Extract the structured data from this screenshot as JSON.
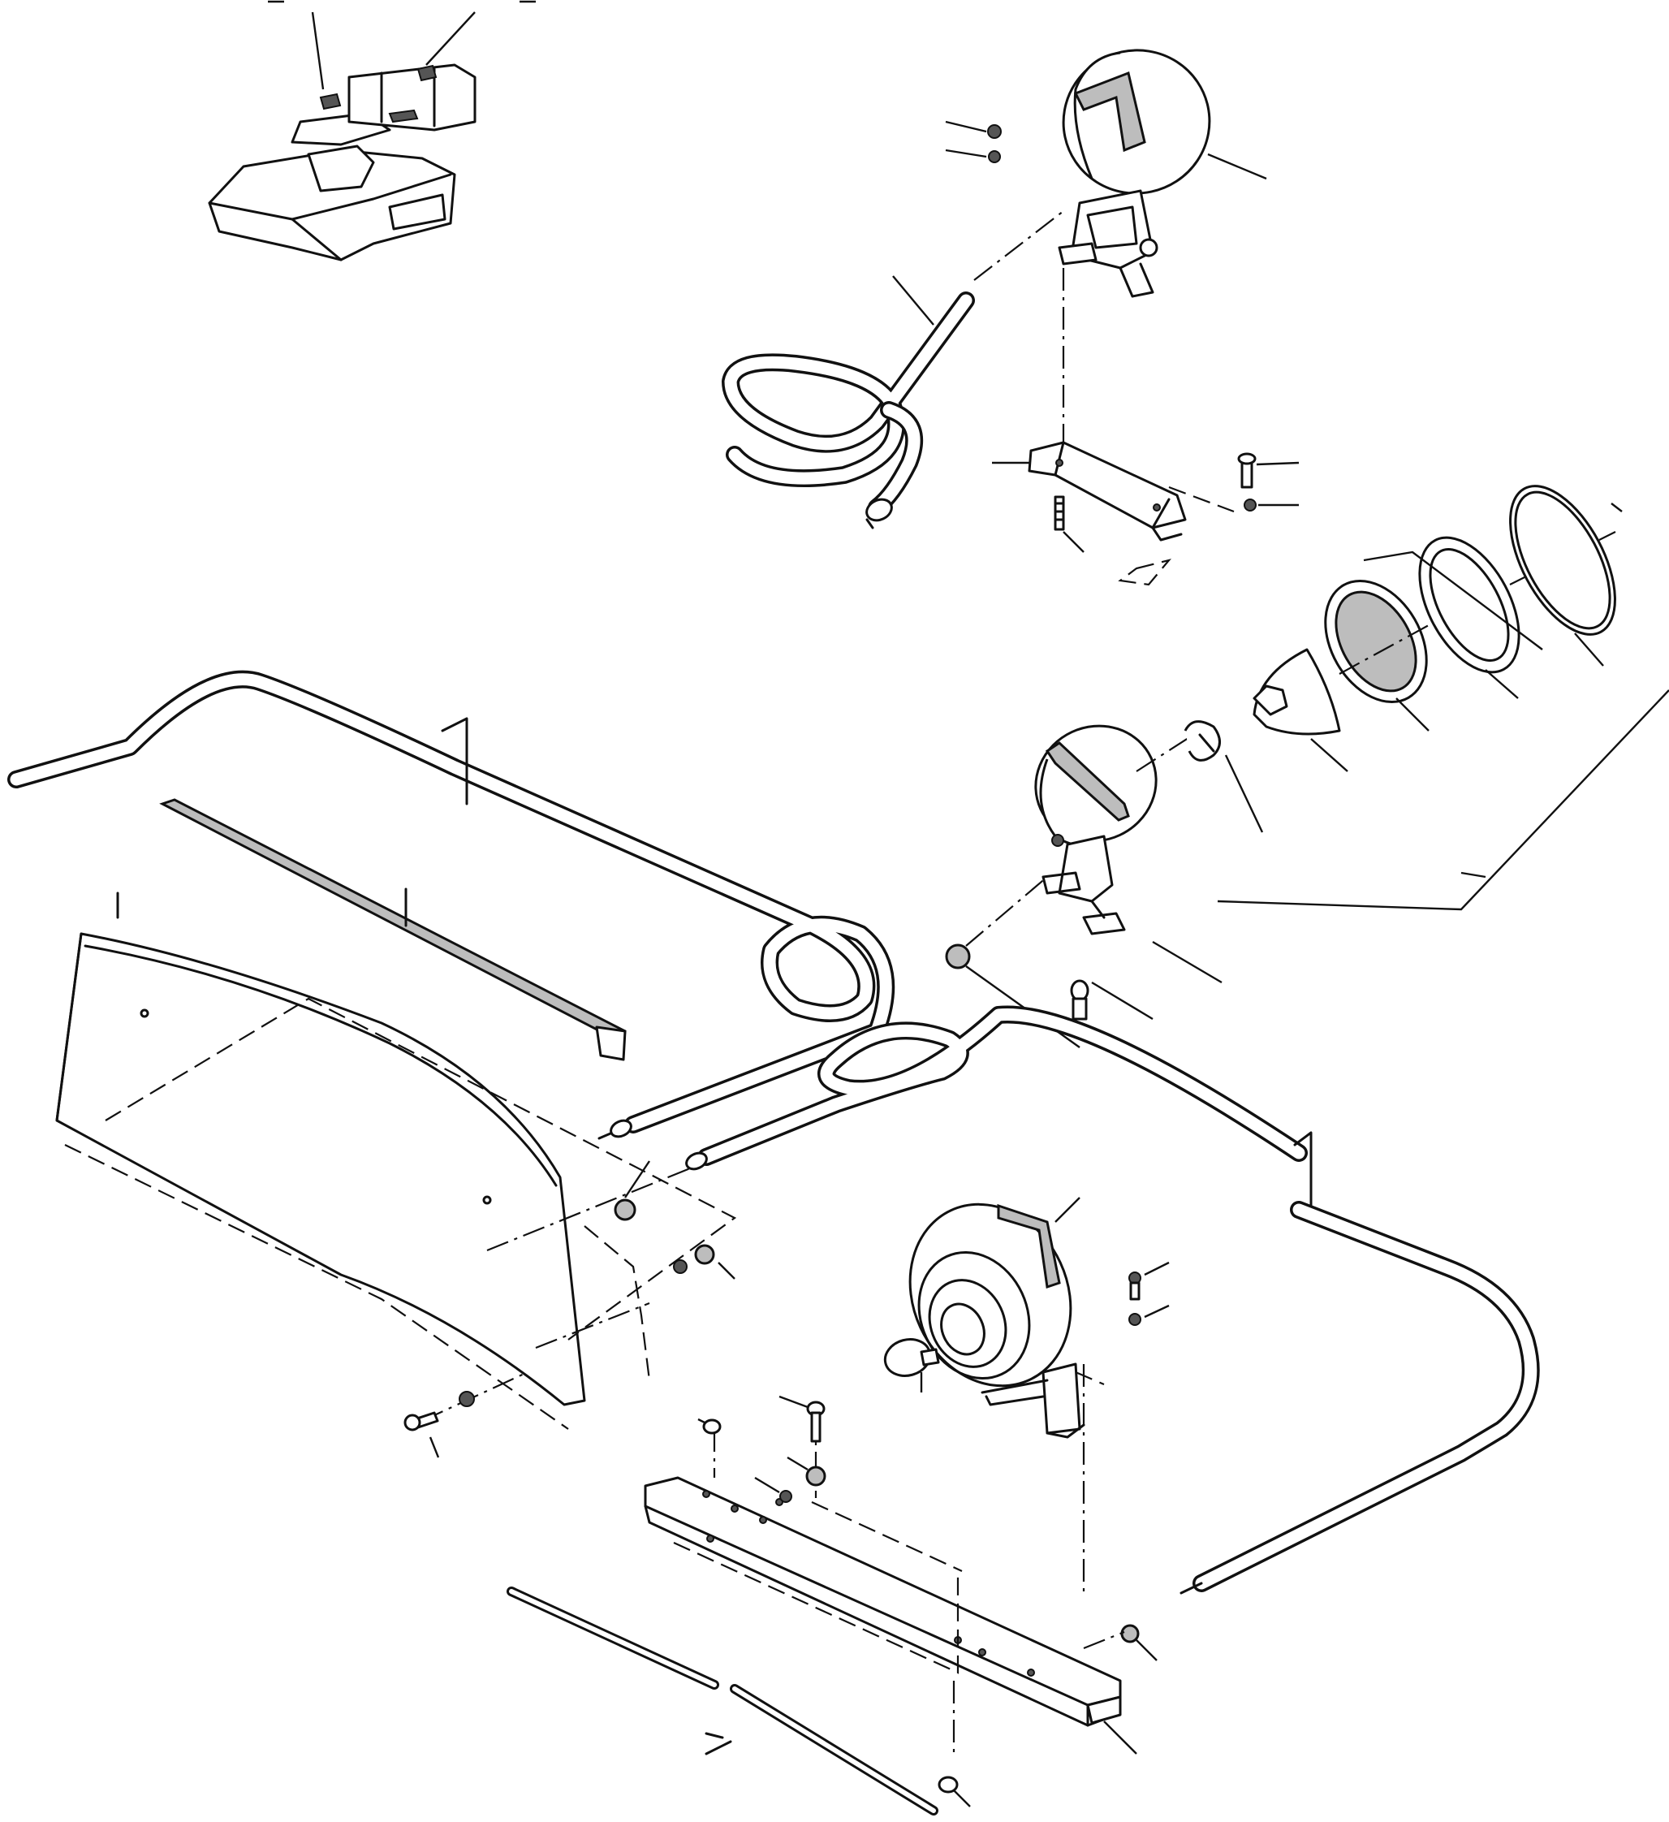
{
  "diagram": {
    "callout_labels": [],
    "parts": [
      "machine-location-view",
      "rear-work-lamp",
      "lamp-harness-coil",
      "lamp-mounting-bracket",
      "exploded-lamp-assembly",
      "front-panel",
      "seal-strip",
      "cable-left",
      "cable-center",
      "cable-right",
      "beacon-lamp",
      "bulb",
      "mounting-channel",
      "rod"
    ]
  }
}
